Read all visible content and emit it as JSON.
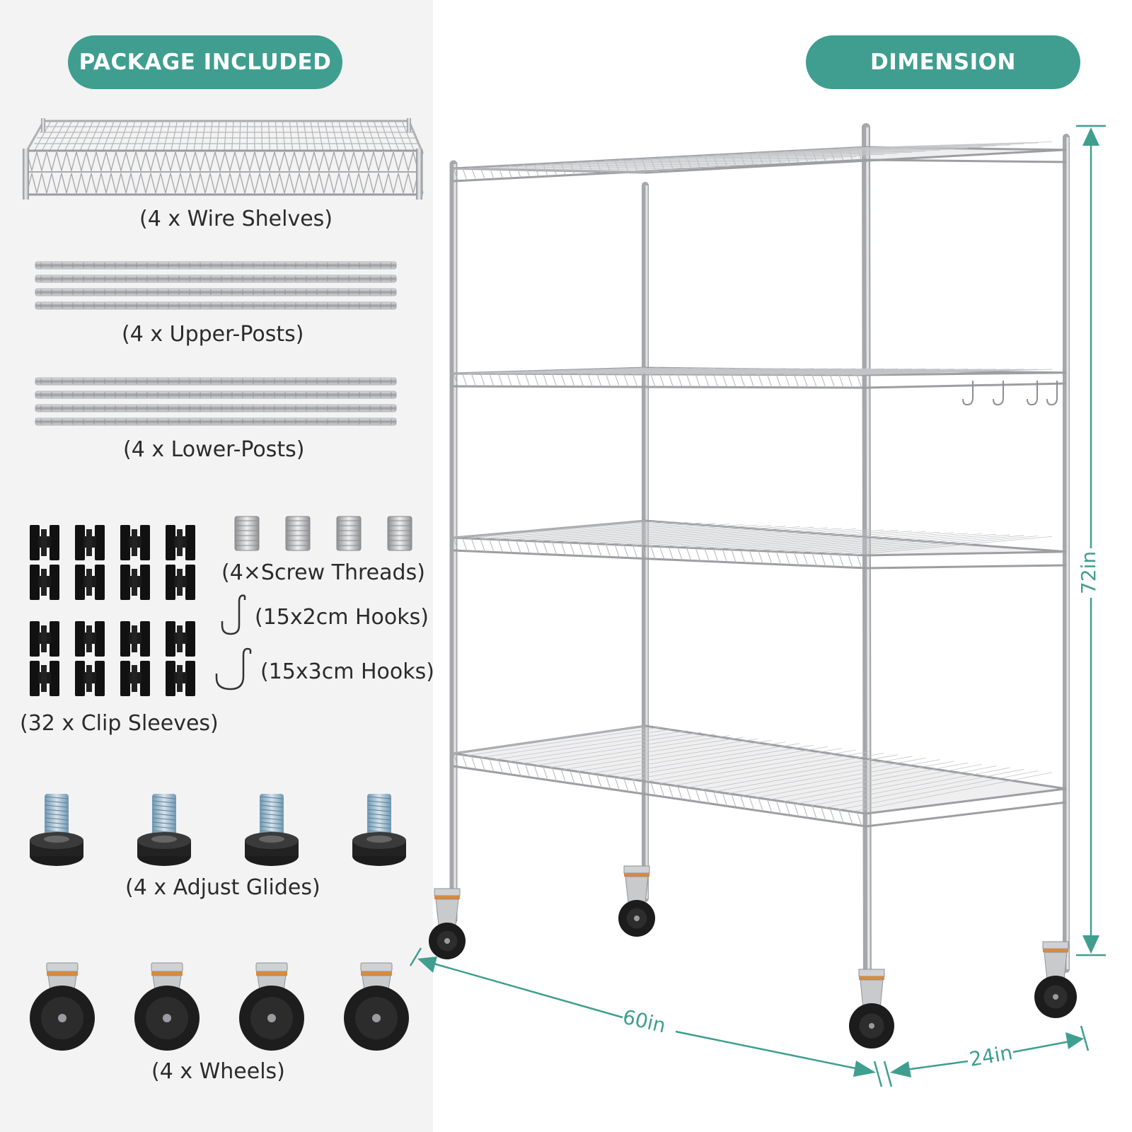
{
  "colors": {
    "accent": "#3f9e8f",
    "panel_bg": "#f3f3f3",
    "chrome": "#b8babd"
  },
  "package": {
    "title": "PACKAGE INCLUDED",
    "items": {
      "wire_shelves": "(4 x Wire Shelves)",
      "upper_posts": "(4 x Upper-Posts)",
      "lower_posts": "(4 x Lower-Posts)",
      "screw_threads": "(4×Screw Threads)",
      "hooks_small": "(15x2cm Hooks)",
      "hooks_large": "(15x3cm Hooks)",
      "clip_sleeves": "(32 x Clip Sleeves)",
      "adjust_glides": "(4 x Adjust Glides)",
      "wheels": "(4 x Wheels)"
    }
  },
  "dimension": {
    "title": "DIMENSION",
    "height": "72in",
    "width": "60in",
    "depth": "24in"
  }
}
